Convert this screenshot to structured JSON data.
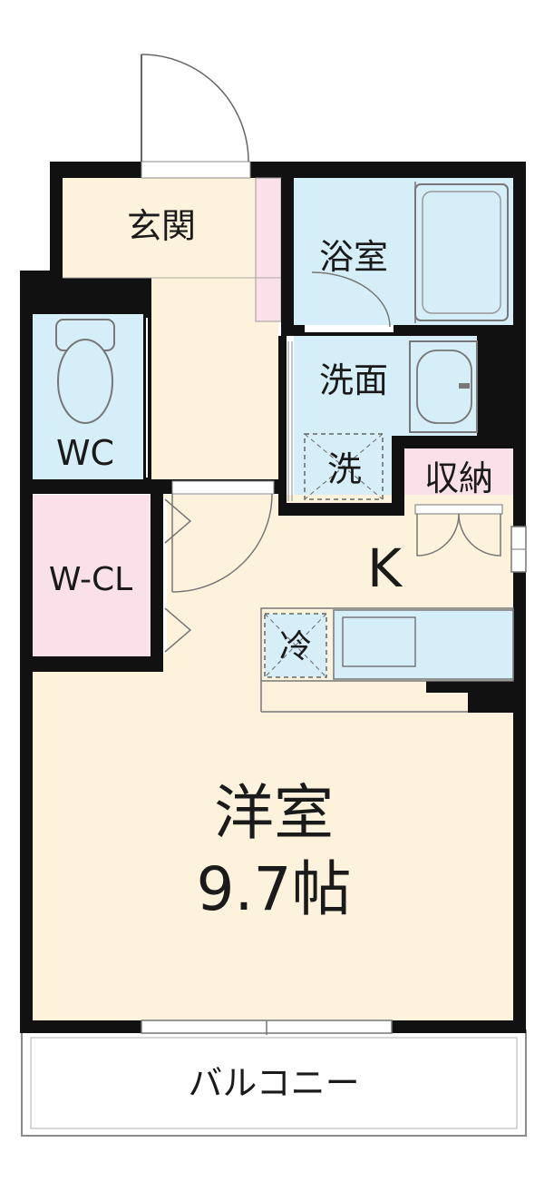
{
  "rooms": {
    "entrance": "玄関",
    "bathroom": "浴室",
    "washroom": "洗面",
    "washer": "洗",
    "storage": "収納",
    "toilet": "WC",
    "walk_in_closet": "W-CL",
    "kitchen": "K",
    "fridge": "冷",
    "western_room": "洋室",
    "western_room_size": "9.7帖",
    "balcony": "バルコニー"
  },
  "colors": {
    "wall": "#111111",
    "floor": "#fdf3dc",
    "water": "#d6eef8",
    "closet": "#fae0e8",
    "balcony": "#ffffff"
  }
}
